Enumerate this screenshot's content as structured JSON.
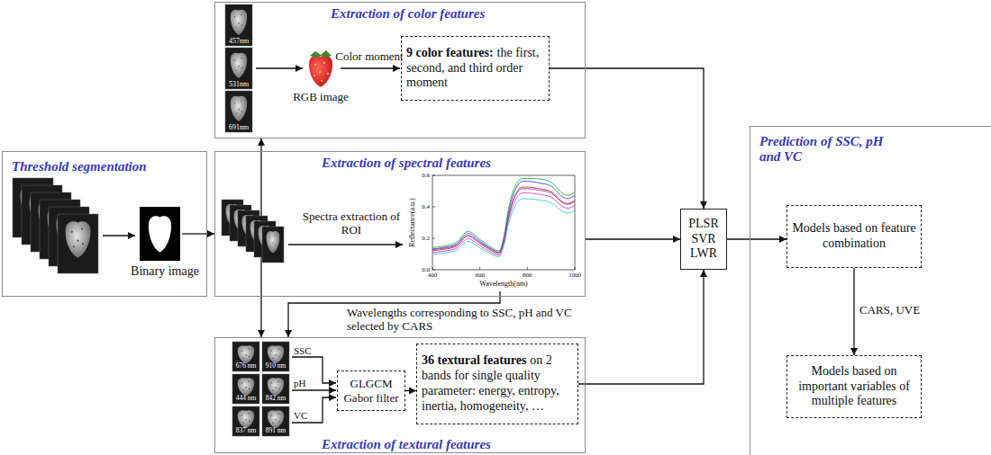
{
  "diagram": {
    "nodes": [
      {
        "text": [
          "Extraction of color features"
        ]
      },
      {
        "text": [
          "9 color features:",
          "the first, second, and third order moment"
        ],
        "in": 0
      },
      {
        "text": [
          "Threshold segmentation"
        ]
      },
      {
        "text": [
          "Extraction of spectral features"
        ]
      },
      {
        "text": [
          "Extraction of textural features"
        ]
      },
      {
        "text": [
          "GLGCM Gabor filter"
        ],
        "in": 4
      },
      {
        "text": [
          "36 textural features",
          "on 2 bands for single quality parameter: energy, entropy, inertia, homogeneity, …"
        ],
        "in": 4
      },
      {
        "text": [
          "PLSR SVR LWR"
        ]
      },
      {
        "text": [
          "Prediction of SSC, pH and VC"
        ]
      },
      {
        "text": [
          "Models based on feature combination"
        ],
        "in": 8
      },
      {
        "text": [
          "Models based on important variables of multiple features"
        ],
        "in": 8
      }
    ],
    "edges": [
      {
        "from": 2,
        "to": 3,
        "arrow": "to"
      },
      {
        "from": 3,
        "to": 0,
        "arrow": "to"
      },
      {
        "from": 3,
        "to": 4,
        "arrow": "to"
      },
      {
        "from": 3,
        "to": 4,
        "arrow": "to",
        "label": "Wavelengths corresponding to SSC, pH and VC selected by CARS"
      },
      {
        "from": 1,
        "to": 7,
        "arrow": "to"
      },
      {
        "from": 3,
        "to": 7,
        "arrow": "to"
      },
      {
        "from": 5,
        "to": 6,
        "arrow": "to"
      },
      {
        "from": 6,
        "to": 7,
        "arrow": "to"
      },
      {
        "from": 7,
        "to": 9,
        "arrow": "to"
      },
      {
        "from": 9,
        "to": 10,
        "arrow": "to",
        "label": "CARS, UVE"
      }
    ],
    "labels": [
      "457nm",
      "531nm",
      "691nm",
      "RGB image",
      "Color moment",
      "Binary image",
      "Spectra extraction of ROI",
      "Reflectance(a.u.)",
      "0.6",
      "0.4",
      "0.2",
      "0.0",
      "400",
      "600",
      "800",
      "1000",
      "Wavelength(nm)",
      "676 nm",
      "910 nm",
      "444 nm",
      "842 nm",
      "837 nm",
      "891 nm",
      "SSC",
      "pH",
      "VC"
    ]
  }
}
